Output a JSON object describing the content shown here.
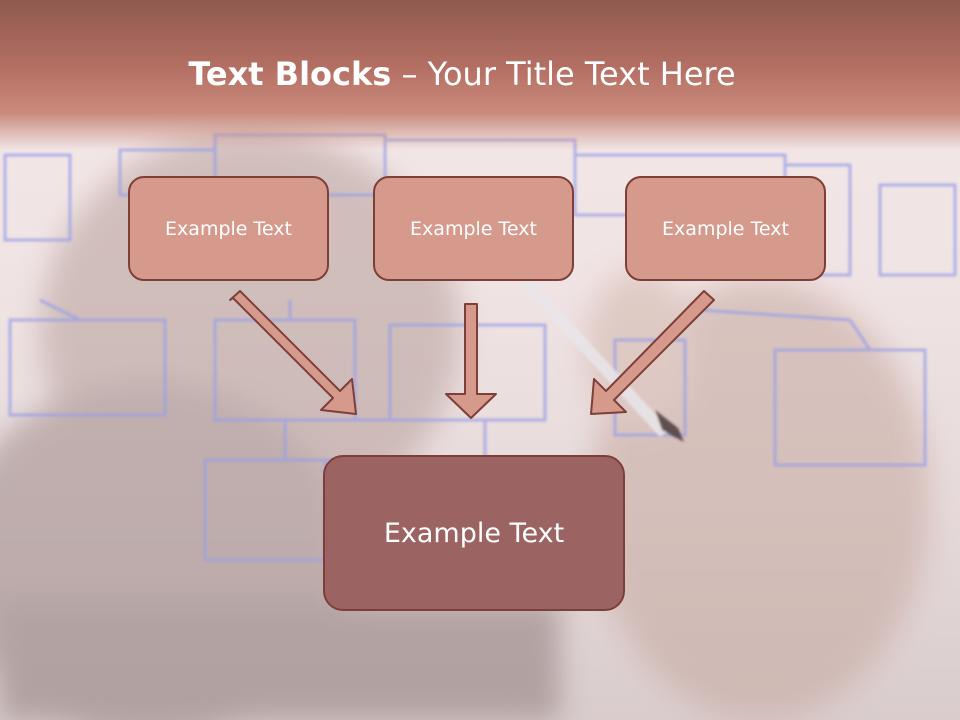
{
  "title": {
    "bold": "Text Blocks",
    "separator": " – ",
    "rest": "Your Title Text Here"
  },
  "boxes": [
    {
      "label": "Example Text"
    },
    {
      "label": "Example Text"
    },
    {
      "label": "Example Text"
    }
  ],
  "target": {
    "label": "Example Text"
  },
  "colors": {
    "header": "#b46f63",
    "box_fill": "#d69a8d",
    "box_border": "#7e3f38",
    "target_fill": "#9b6362",
    "arrow_fill": "#d69a8d",
    "sketch_lines": "#9aa0e6"
  }
}
